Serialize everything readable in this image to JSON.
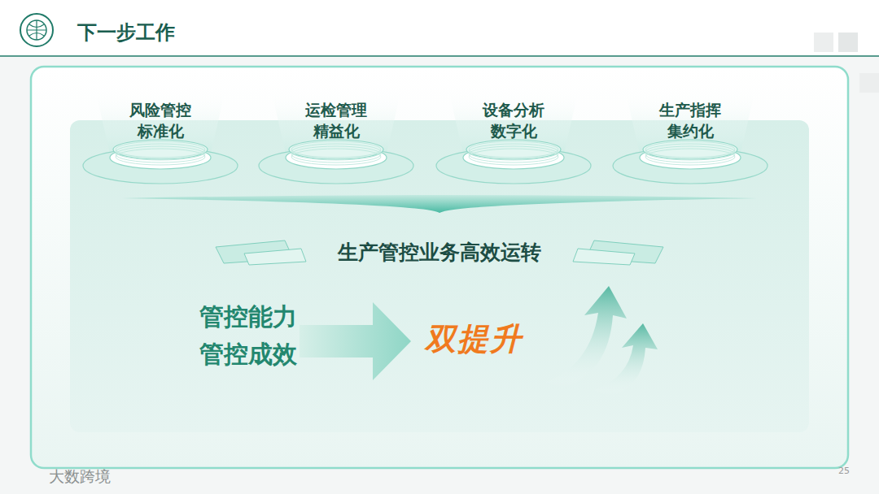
{
  "diagram": {
    "title": "下一步工作",
    "nodes": [
      {
        "text": [
          "风险管控 标准化"
        ]
      },
      {
        "text": [
          "运检管理 精益化"
        ]
      },
      {
        "text": [
          "设备分析 数字化"
        ]
      },
      {
        "text": [
          "生产指挥 集约化"
        ]
      },
      {
        "text": [
          "生产管控业务高效运转"
        ]
      }
    ],
    "labels": [
      "管控能力",
      "管控成效",
      "双提升",
      "大数跨境",
      "25"
    ]
  }
}
